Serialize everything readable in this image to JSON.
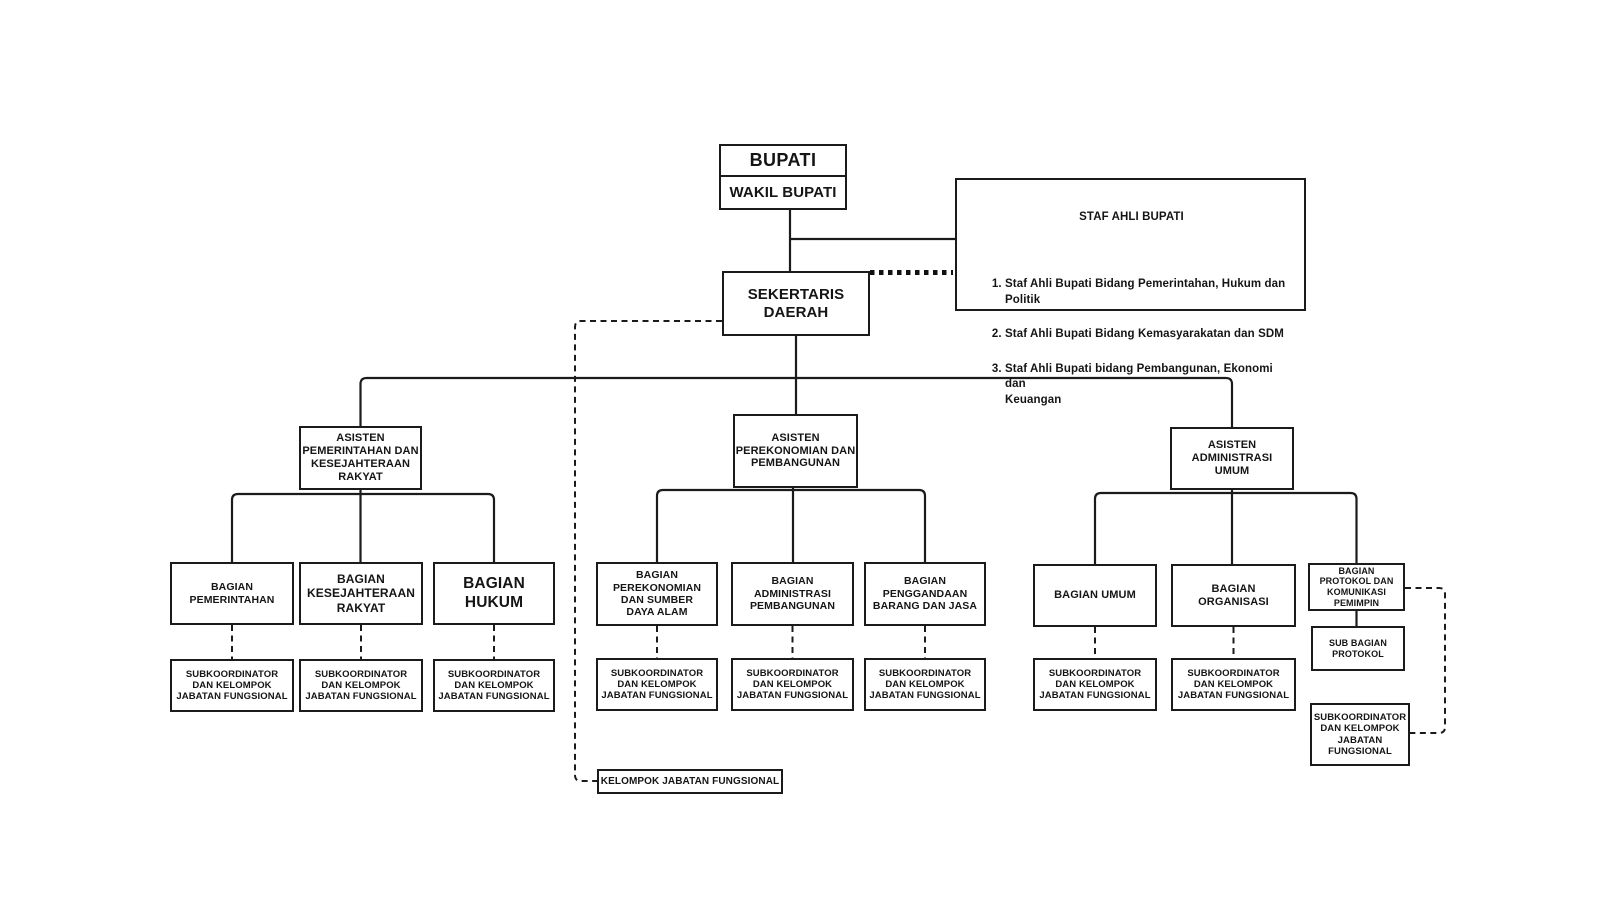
{
  "diagram": {
    "background_color": "#ffffff",
    "line_color": "#1b1b1b",
    "nodes": {
      "bupati": "BUPATI",
      "wakil_bupati": "WAKIL BUPATI",
      "staf_ahli": {
        "title": "STAF AHLI BUPATI",
        "items": [
          "Staf Ahli Bupati Bidang Pemerintahan, Hukum dan\nPolitik",
          "Staf Ahli Bupati Bidang Kemasyarakatan dan SDM",
          "Staf Ahli Bupati bidang Pembangunan, Ekonomi dan\nKeuangan"
        ]
      },
      "sekertaris_daerah": "SEKERTARIS\nDAERAH",
      "asisten": [
        "ASISTEN\nPEMERINTAHAN DAN\nKESEJAHTERAAN\nRAKYAT",
        "ASISTEN\nPEREKONOMIAN DAN\nPEMBANGUNAN",
        "ASISTEN\nADMINISTRASI\nUMUM"
      ],
      "bagian": [
        "BAGIAN\nPEMERINTAHAN",
        "BAGIAN\nKESEJAHTERAAN\nRAKYAT",
        "BAGIAN\nHUKUM",
        "BAGIAN\nPEREKONOMIAN\nDAN SUMBER\nDAYA ALAM",
        "BAGIAN\nADMINISTRASI\nPEMBANGUNAN",
        "BAGIAN\nPENGGANDAAN\nBARANG DAN JASA",
        "BAGIAN UMUM",
        "BAGIAN\nORGANISASI",
        "BAGIAN\nPROTOKOL DAN\nKOMUNIKASI\nPEMIMPIN"
      ],
      "sub_bagian_protokol": "SUB BAGIAN\nPROTOKOL",
      "subkoordinator": "SUBKOORDINATOR\nDAN KELOMPOK\nJABATAN FUNGSIONAL",
      "subkoordinator_protokol": "SUBKOORDINATOR\nDAN KELOMPOK\nJABATAN\nFUNGSIONAL",
      "kelompok_jabatan_fungsional": "KELOMPOK JABATAN FUNGSIONAL"
    }
  }
}
